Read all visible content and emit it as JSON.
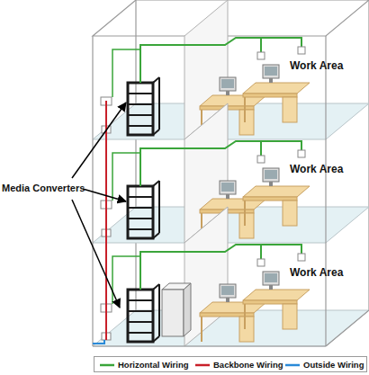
{
  "diagram": {
    "labels": [
      "Work Area",
      "Work Area",
      "Media Converters",
      "Work Area"
    ],
    "legend": [
      {
        "text": "Horizontal Wiring",
        "color": "#3aa53a"
      },
      {
        "text": "Backbone Wiring",
        "color": "#c8202a"
      },
      {
        "text": "Outside Wiring",
        "color": "#2a8ad8"
      }
    ]
  }
}
